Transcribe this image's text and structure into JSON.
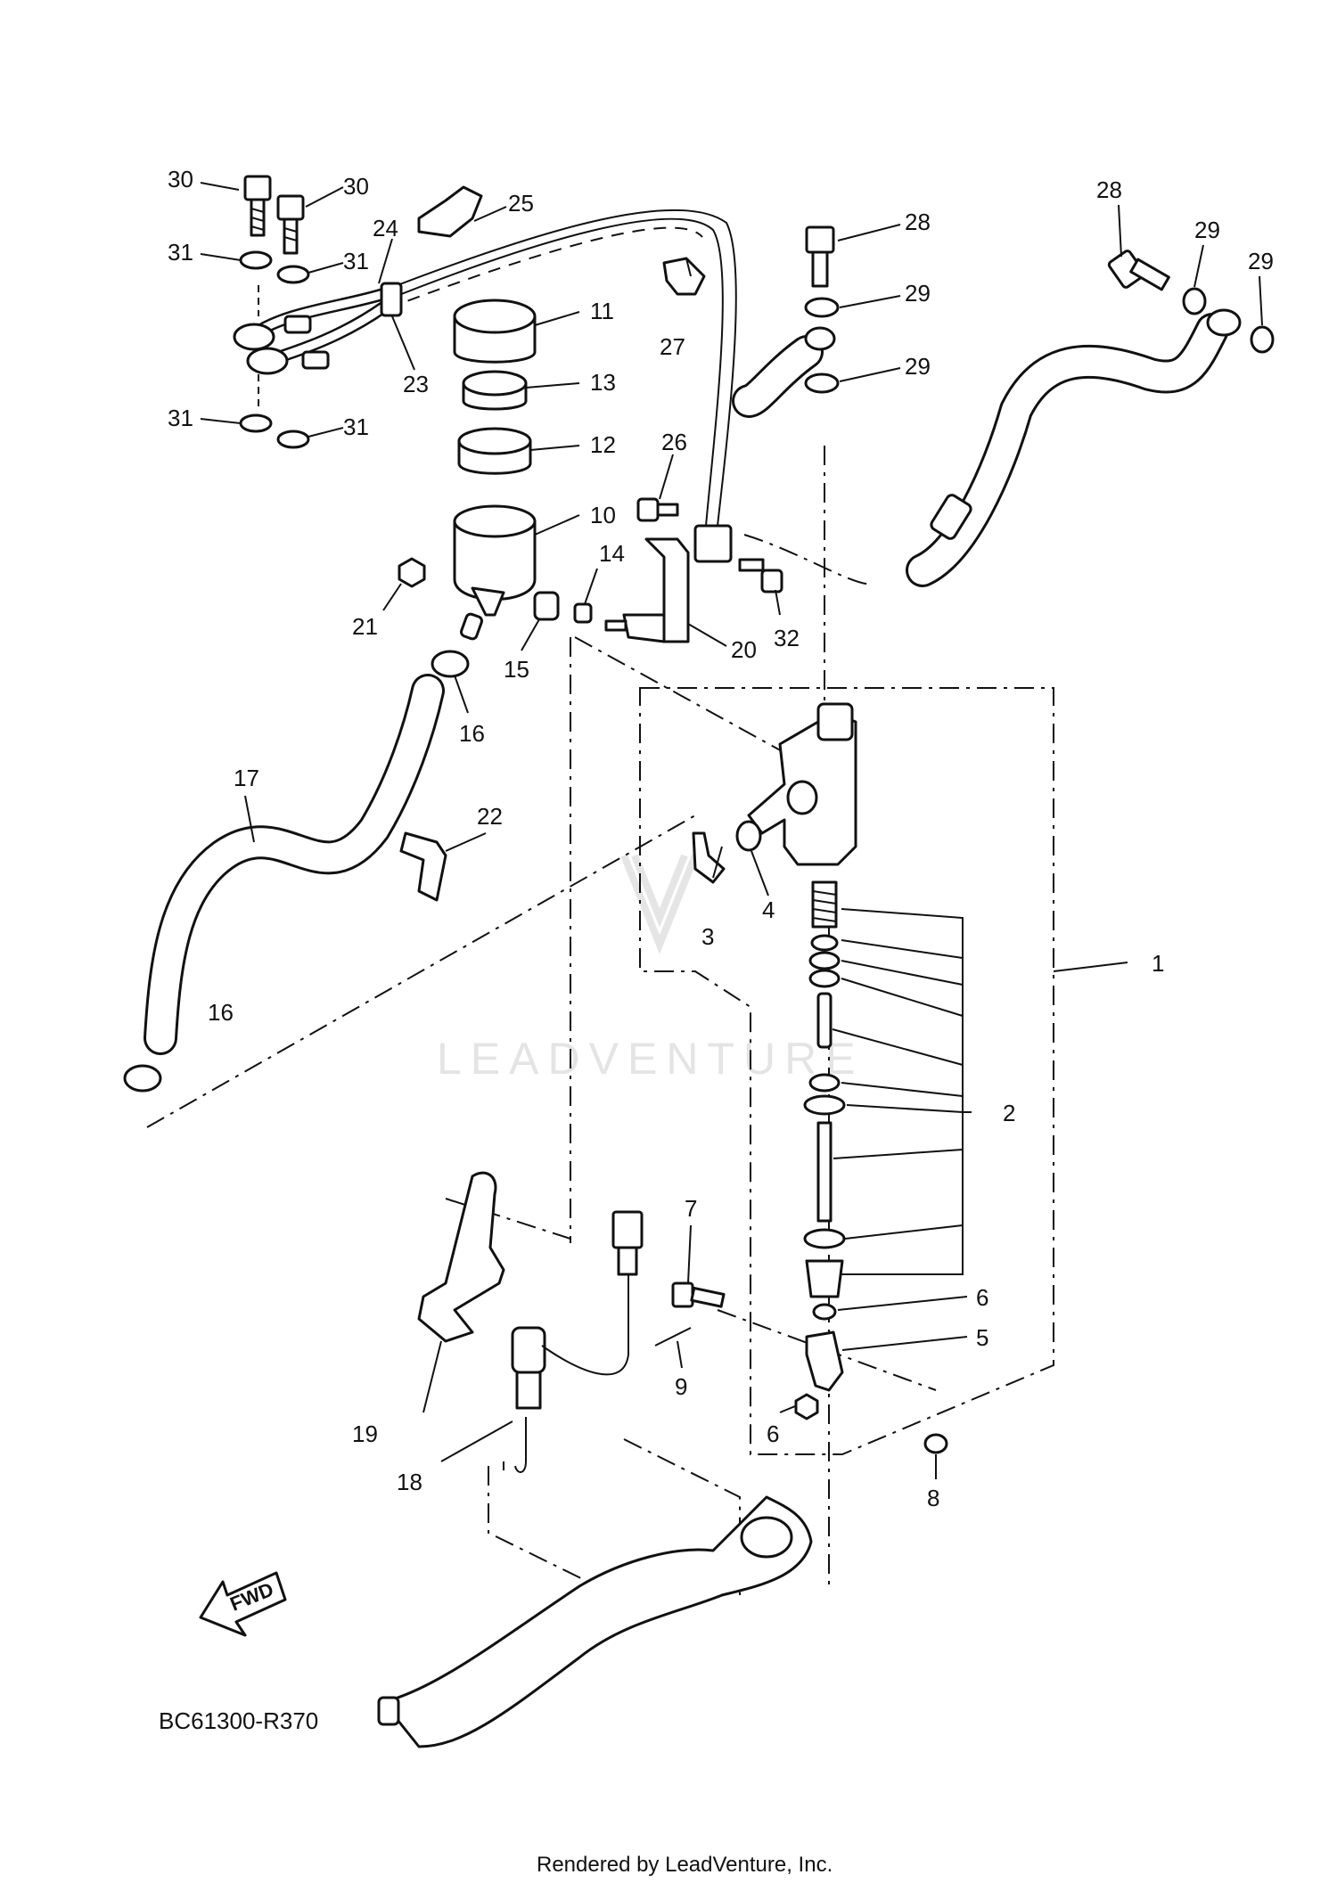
{
  "diagram": {
    "code": "BC61300-R370",
    "watermark": "LEADVENTURE",
    "footer": "Rendered by LeadVenture, Inc.",
    "fwd_label": "FWD",
    "callouts": [
      {
        "id": "c1",
        "text": "1"
      },
      {
        "id": "c2",
        "text": "2"
      },
      {
        "id": "c3",
        "text": "3"
      },
      {
        "id": "c4",
        "text": "4"
      },
      {
        "id": "c5",
        "text": "5"
      },
      {
        "id": "c6a",
        "text": "6"
      },
      {
        "id": "c6b",
        "text": "6"
      },
      {
        "id": "c7",
        "text": "7"
      },
      {
        "id": "c8",
        "text": "8"
      },
      {
        "id": "c9",
        "text": "9"
      },
      {
        "id": "c10",
        "text": "10"
      },
      {
        "id": "c11",
        "text": "11"
      },
      {
        "id": "c12",
        "text": "12"
      },
      {
        "id": "c13",
        "text": "13"
      },
      {
        "id": "c14",
        "text": "14"
      },
      {
        "id": "c15",
        "text": "15"
      },
      {
        "id": "c16a",
        "text": "16"
      },
      {
        "id": "c16b",
        "text": "16"
      },
      {
        "id": "c17",
        "text": "17"
      },
      {
        "id": "c18",
        "text": "18"
      },
      {
        "id": "c19",
        "text": "19"
      },
      {
        "id": "c20",
        "text": "20"
      },
      {
        "id": "c21",
        "text": "21"
      },
      {
        "id": "c22",
        "text": "22"
      },
      {
        "id": "c23",
        "text": "23"
      },
      {
        "id": "c24",
        "text": "24"
      },
      {
        "id": "c25",
        "text": "25"
      },
      {
        "id": "c26",
        "text": "26"
      },
      {
        "id": "c27",
        "text": "27"
      },
      {
        "id": "c28a",
        "text": "28"
      },
      {
        "id": "c28b",
        "text": "28"
      },
      {
        "id": "c29a",
        "text": "29"
      },
      {
        "id": "c29b",
        "text": "29"
      },
      {
        "id": "c29c",
        "text": "29"
      },
      {
        "id": "c29d",
        "text": "29"
      },
      {
        "id": "c30a",
        "text": "30"
      },
      {
        "id": "c30b",
        "text": "30"
      },
      {
        "id": "c31a",
        "text": "31"
      },
      {
        "id": "c31b",
        "text": "31"
      },
      {
        "id": "c31c",
        "text": "31"
      },
      {
        "id": "c31d",
        "text": "31"
      },
      {
        "id": "c32",
        "text": "32"
      }
    ]
  }
}
